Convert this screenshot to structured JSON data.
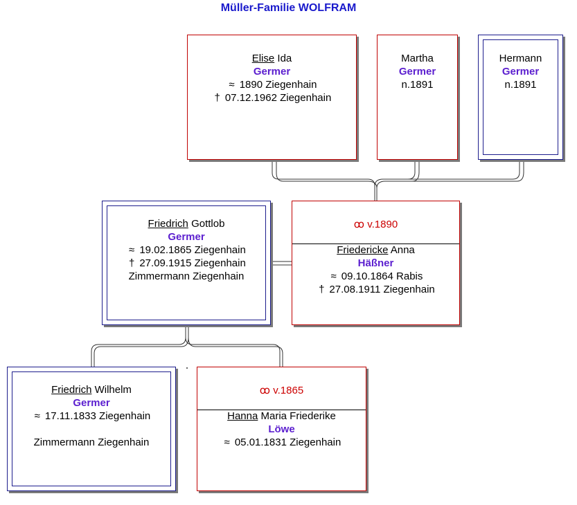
{
  "title": "Müller-Familie WOLFRAM",
  "symbols": {
    "baptism": "≈",
    "death": "†",
    "marriage": "ꝏ"
  },
  "persons": {
    "elise": {
      "firstname_underlined": "Elise",
      "firstname_rest": " Ida",
      "surname": "Germer",
      "baptism": "1890 Ziegenhain",
      "death": "07.12.1962 Ziegenhain"
    },
    "martha": {
      "firstname": "Martha",
      "surname": "Germer",
      "note": "n.1891"
    },
    "hermann": {
      "firstname": "Hermann",
      "surname": "Germer",
      "note": "n.1891"
    },
    "friedrich_gottlob": {
      "firstname_underlined": "Friedrich",
      "firstname_rest": " Gottlob",
      "surname": "Germer",
      "baptism": "19.02.1865 Ziegenhain",
      "death": "27.09.1915 Ziegenhain",
      "occupation": "Zimmermann Ziegenhain"
    },
    "friedericke": {
      "marriage": "v.1890",
      "firstname_underlined": "Friedericke",
      "firstname_rest": " Anna",
      "surname": "Häßner",
      "baptism": "09.10.1864 Rabis",
      "death": "27.08.1911 Ziegenhain"
    },
    "friedrich_wilhelm": {
      "firstname_underlined": "Friedrich",
      "firstname_rest": " Wilhelm",
      "surname": "Germer",
      "baptism": "17.11.1833 Ziegenhain",
      "occupation": "Zimmermann Ziegenhain"
    },
    "hanna": {
      "marriage": "v.1865",
      "firstname_underlined": "Hanna",
      "firstname_rest": " Maria Friederike",
      "surname": "Löwe",
      "baptism": "05.01.1831 Ziegenhain"
    }
  },
  "colors": {
    "title": "#1a1acc",
    "surname": "#5b1ecf",
    "marriage": "#cc0000",
    "female_border": "#c00000",
    "male_border": "#1c1c8c"
  }
}
